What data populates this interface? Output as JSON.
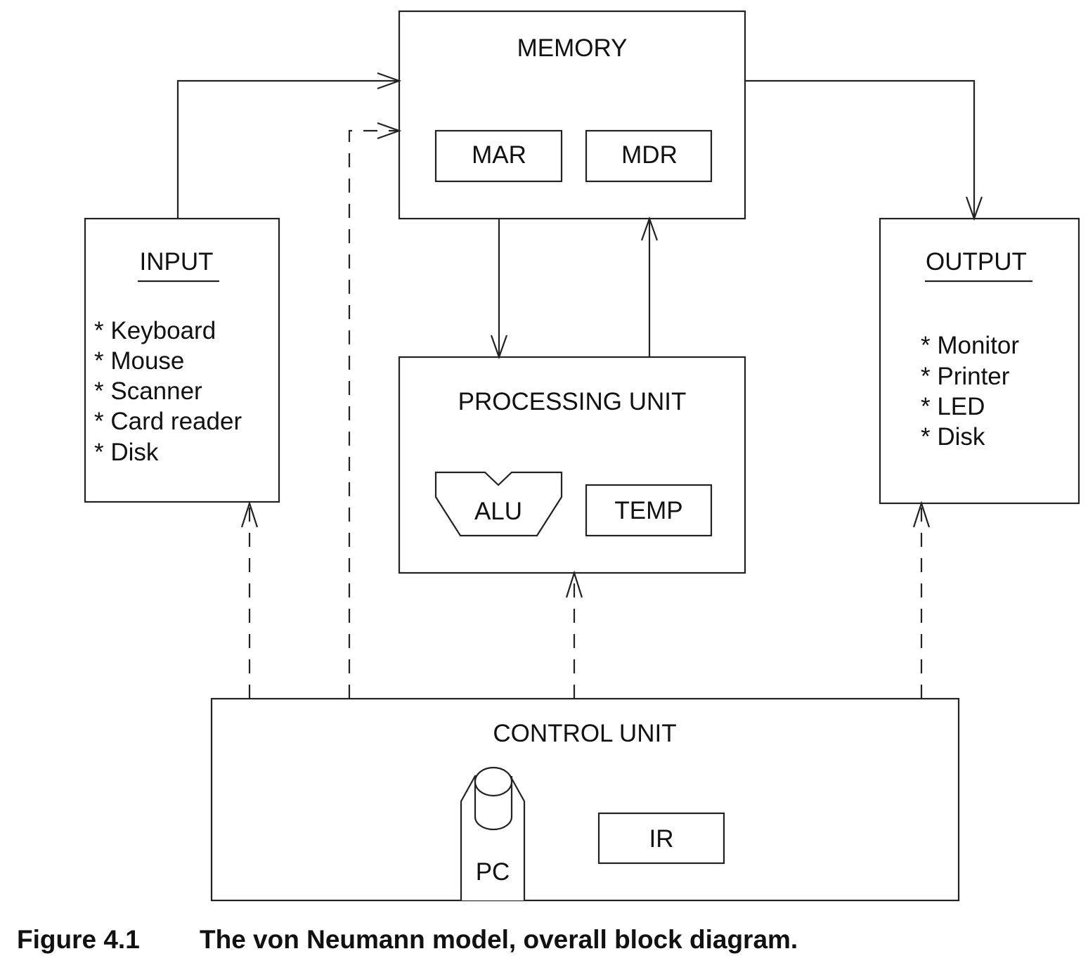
{
  "memory": {
    "title": "MEMORY",
    "registers": [
      "MAR",
      "MDR"
    ]
  },
  "input": {
    "title": "INPUT",
    "items": [
      "* Keyboard",
      "* Mouse",
      "* Scanner",
      "* Card reader",
      "* Disk"
    ]
  },
  "output": {
    "title": "OUTPUT",
    "items": [
      "* Monitor",
      "* Printer",
      "* LED",
      "* Disk"
    ]
  },
  "processing": {
    "title": "PROCESSING UNIT",
    "alu": "ALU",
    "temp": "TEMP"
  },
  "control": {
    "title": "CONTROL UNIT",
    "pc": "PC",
    "ir": "IR"
  },
  "caption": {
    "number": "Figure 4.1",
    "text": "The von Neumann model, overall block diagram."
  }
}
